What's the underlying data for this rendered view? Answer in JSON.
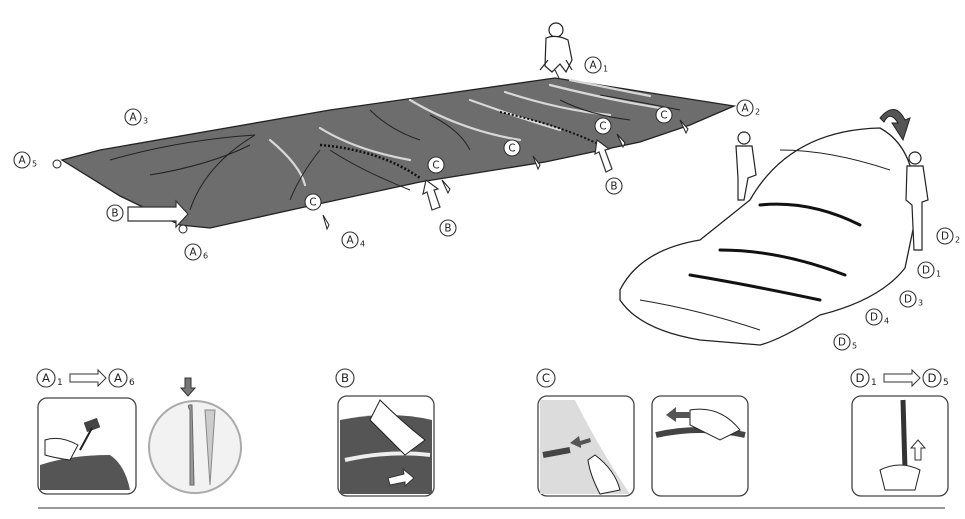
{
  "colors": {
    "tent_fill": "#6d6d6d",
    "line": "#222222",
    "panel_dark": "#555555",
    "panel_light": "#dcdcdc",
    "arrow_fill": "#ffffff"
  },
  "main_labels": {
    "a1": {
      "letter": "A",
      "sub": "1"
    },
    "a2": {
      "letter": "A",
      "sub": "2"
    },
    "a3": {
      "letter": "A",
      "sub": "3"
    },
    "a4": {
      "letter": "A",
      "sub": "4"
    },
    "a5": {
      "letter": "A",
      "sub": "5"
    },
    "a6": {
      "letter": "A",
      "sub": "6"
    },
    "b_left": {
      "letter": "B"
    },
    "b_mid": {
      "letter": "B"
    },
    "b_right": {
      "letter": "B"
    },
    "c": {
      "letter": "C"
    },
    "d1": {
      "letter": "D",
      "sub": "1"
    },
    "d2": {
      "letter": "D",
      "sub": "2"
    },
    "d3": {
      "letter": "D",
      "sub": "3"
    },
    "d4": {
      "letter": "D",
      "sub": "4"
    },
    "d5": {
      "letter": "D",
      "sub": "5"
    }
  },
  "steps": {
    "a": {
      "from_letter": "A",
      "from_sub": "1",
      "to_letter": "A",
      "to_sub": "6"
    },
    "b": {
      "letter": "B"
    },
    "c": {
      "letter": "C"
    },
    "d": {
      "from_letter": "D",
      "from_sub": "1",
      "to_letter": "D",
      "to_sub": "5"
    }
  },
  "icons": {
    "tent": "tent-canvas-icon",
    "stake": "tent-stake-icon",
    "hammer": "hammer-icon",
    "pole": "tent-pole-icon",
    "hand": "hand-icon",
    "arrow": "arrow-icon",
    "person": "person-icon"
  }
}
